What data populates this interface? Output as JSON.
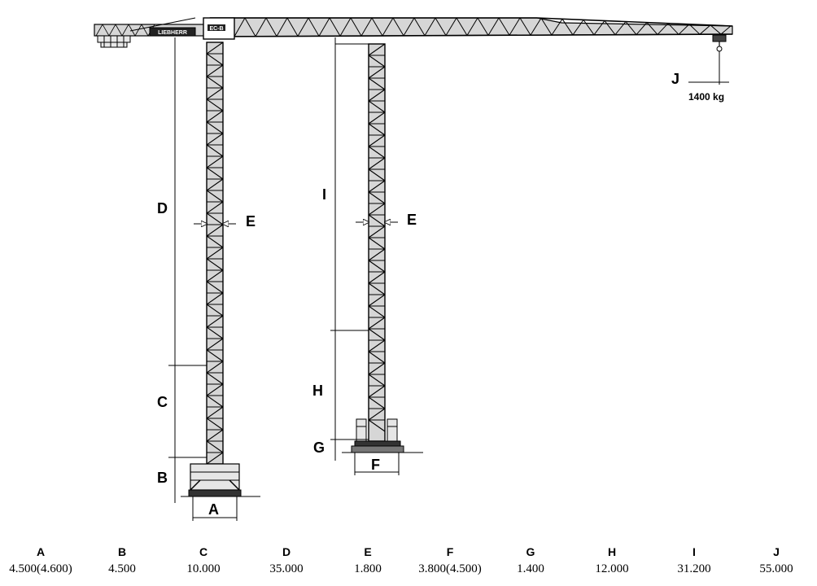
{
  "crane": {
    "brand": "LIEBHERR",
    "cab_label": "EC-B",
    "load_label": "1400 kg"
  },
  "labels": {
    "A": "A",
    "B": "B",
    "C": "C",
    "D": "D",
    "E1": "E",
    "E2": "E",
    "F": "F",
    "G": "G",
    "H": "H",
    "I": "I",
    "J": "J"
  },
  "spec_table": {
    "headers": [
      "A",
      "B",
      "C",
      "D",
      "E",
      "F",
      "G",
      "H",
      "I",
      "J"
    ],
    "values": [
      "4.500(4.600)",
      "4.500",
      "10.000",
      "35.000",
      "1.800",
      "3.800(4.500)",
      "1.400",
      "12.000",
      "31.200",
      "55.000"
    ]
  },
  "colors": {
    "line": "#000000",
    "steel_fill": "#d6d6d6",
    "background": "#ffffff"
  }
}
